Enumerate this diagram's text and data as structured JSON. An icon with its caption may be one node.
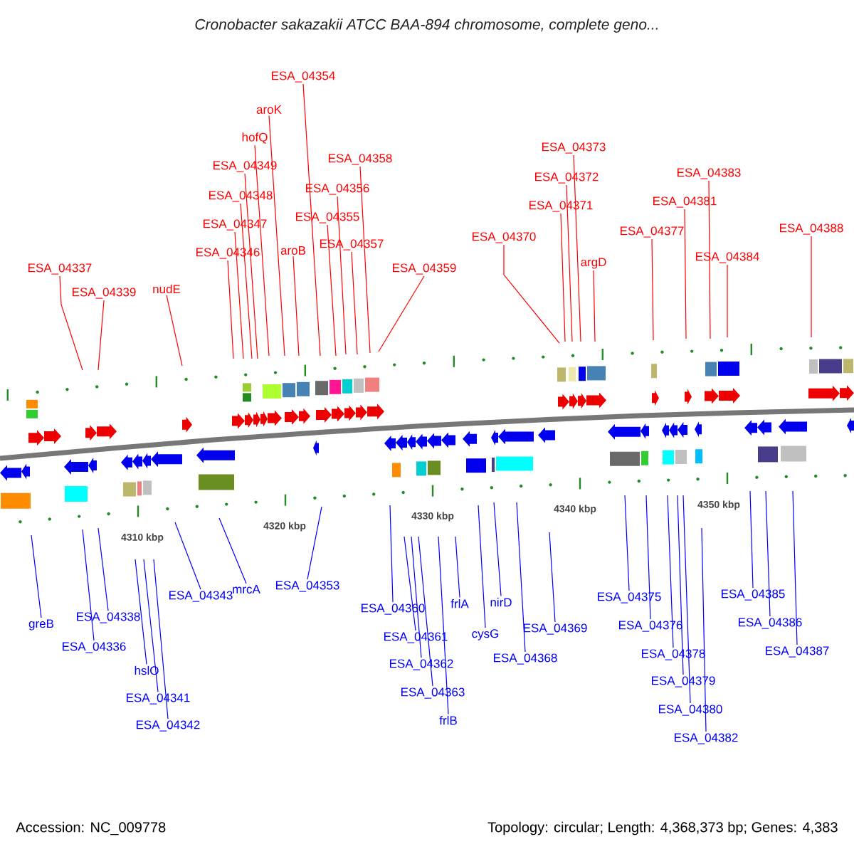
{
  "diagram": {
    "title": "Cronobacter sakazakii ATCC BAA-894 chromosome, complete geno...",
    "nodes": [
      {
        "text": [
          "ESA_04337"
        ]
      },
      {
        "text": [
          "ESA_04339"
        ]
      },
      {
        "text": [
          "nudE"
        ]
      },
      {
        "text": [
          "ESA_04346"
        ]
      },
      {
        "text": [
          "ESA_04347"
        ]
      },
      {
        "text": [
          "ESA_04348"
        ]
      },
      {
        "text": [
          "ESA_04349"
        ]
      },
      {
        "text": [
          "hofQ"
        ]
      },
      {
        "text": [
          "aroK"
        ]
      },
      {
        "text": [
          "aroB"
        ]
      },
      {
        "text": [
          "ESA_04354"
        ]
      },
      {
        "text": [
          "ESA_04355"
        ]
      },
      {
        "text": [
          "ESA_04356"
        ]
      },
      {
        "text": [
          "ESA_04357"
        ]
      },
      {
        "text": [
          "ESA_04358"
        ]
      },
      {
        "text": [
          "ESA_04359"
        ]
      },
      {
        "text": [
          "ESA_04370"
        ]
      },
      {
        "text": [
          "ESA_04371"
        ]
      },
      {
        "text": [
          "ESA_04372"
        ]
      },
      {
        "text": [
          "ESA_04373"
        ]
      },
      {
        "text": [
          "argD"
        ]
      },
      {
        "text": [
          "ESA_04377"
        ]
      },
      {
        "text": [
          "ESA_04381"
        ]
      },
      {
        "text": [
          "ESA_04383"
        ]
      },
      {
        "text": [
          "ESA_04384"
        ]
      },
      {
        "text": [
          "ESA_04388"
        ]
      },
      {
        "text": [
          "greB"
        ]
      },
      {
        "text": [
          "ESA_04336"
        ]
      },
      {
        "text": [
          "ESA_04338"
        ]
      },
      {
        "text": [
          "hslO"
        ]
      },
      {
        "text": [
          "ESA_04341"
        ]
      },
      {
        "text": [
          "ESA_04342"
        ]
      },
      {
        "text": [
          "ESA_04343"
        ]
      },
      {
        "text": [
          "mrcA"
        ]
      },
      {
        "text": [
          "ESA_04353"
        ]
      },
      {
        "text": [
          "ESA_04360"
        ]
      },
      {
        "text": [
          "ESA_04361"
        ]
      },
      {
        "text": [
          "ESA_04362"
        ]
      },
      {
        "text": [
          "ESA_04363"
        ]
      },
      {
        "text": [
          "frlB"
        ]
      },
      {
        "text": [
          "frlA"
        ]
      },
      {
        "text": [
          "cysG"
        ]
      },
      {
        "text": [
          "nirD"
        ]
      },
      {
        "text": [
          "ESA_04368"
        ]
      },
      {
        "text": [
          "ESA_04369"
        ]
      },
      {
        "text": [
          "ESA_04375"
        ]
      },
      {
        "text": [
          "ESA_04376"
        ]
      },
      {
        "text": [
          "ESA_04378"
        ]
      },
      {
        "text": [
          "ESA_04379"
        ]
      },
      {
        "text": [
          "ESA_04380"
        ]
      },
      {
        "text": [
          "ESA_04382"
        ]
      },
      {
        "text": [
          "ESA_04385"
        ]
      },
      {
        "text": [
          "ESA_04386"
        ]
      },
      {
        "text": [
          "ESA_04387"
        ]
      }
    ],
    "edges": [
      {
        "from": 0,
        "to": null,
        "arrow": "none",
        "color": "#ff0000"
      },
      {
        "from": 1,
        "to": null,
        "arrow": "none",
        "color": "#ff0000"
      },
      {
        "from": 2,
        "to": null,
        "arrow": "none",
        "color": "#ff0000"
      },
      {
        "from": 3,
        "to": null,
        "arrow": "none",
        "color": "#ff0000"
      },
      {
        "from": 4,
        "to": null,
        "arrow": "none",
        "color": "#ff0000"
      },
      {
        "from": 5,
        "to": null,
        "arrow": "none",
        "color": "#ff0000"
      },
      {
        "from": 6,
        "to": null,
        "arrow": "none",
        "color": "#ff0000"
      },
      {
        "from": 7,
        "to": null,
        "arrow": "none",
        "color": "#ff0000"
      },
      {
        "from": 8,
        "to": null,
        "arrow": "none",
        "color": "#ff0000"
      },
      {
        "from": 9,
        "to": null,
        "arrow": "none",
        "color": "#ff0000"
      },
      {
        "from": 10,
        "to": null,
        "arrow": "none",
        "color": "#ff0000"
      },
      {
        "from": 11,
        "to": null,
        "arrow": "none",
        "color": "#ff0000"
      },
      {
        "from": 12,
        "to": null,
        "arrow": "none",
        "color": "#ff0000"
      },
      {
        "from": 13,
        "to": null,
        "arrow": "none",
        "color": "#ff0000"
      },
      {
        "from": 14,
        "to": null,
        "arrow": "none",
        "color": "#ff0000"
      },
      {
        "from": 15,
        "to": null,
        "arrow": "none",
        "color": "#ff0000"
      },
      {
        "from": 16,
        "to": null,
        "arrow": "none",
        "color": "#ff0000"
      },
      {
        "from": 17,
        "to": null,
        "arrow": "none",
        "color": "#ff0000"
      },
      {
        "from": 18,
        "to": null,
        "arrow": "none",
        "color": "#ff0000"
      },
      {
        "from": 19,
        "to": null,
        "arrow": "none",
        "color": "#ff0000"
      },
      {
        "from": 20,
        "to": null,
        "arrow": "none",
        "color": "#ff0000"
      },
      {
        "from": 21,
        "to": null,
        "arrow": "none",
        "color": "#ff0000"
      },
      {
        "from": 22,
        "to": null,
        "arrow": "none",
        "color": "#ff0000"
      },
      {
        "from": 23,
        "to": null,
        "arrow": "none",
        "color": "#ff0000"
      },
      {
        "from": 24,
        "to": null,
        "arrow": "none",
        "color": "#ff0000"
      },
      {
        "from": 25,
        "to": null,
        "arrow": "none",
        "color": "#ff0000"
      },
      {
        "from": 26,
        "to": null,
        "arrow": "none",
        "color": "#0000ff"
      },
      {
        "from": 27,
        "to": null,
        "arrow": "none",
        "color": "#0000ff"
      },
      {
        "from": 28,
        "to": null,
        "arrow": "none",
        "color": "#0000ff"
      },
      {
        "from": 29,
        "to": null,
        "arrow": "none",
        "color": "#0000ff"
      },
      {
        "from": 30,
        "to": null,
        "arrow": "none",
        "color": "#0000ff"
      },
      {
        "from": 31,
        "to": null,
        "arrow": "none",
        "color": "#0000ff"
      },
      {
        "from": 32,
        "to": null,
        "arrow": "none",
        "color": "#0000ff"
      },
      {
        "from": 33,
        "to": null,
        "arrow": "none",
        "color": "#0000ff"
      },
      {
        "from": 34,
        "to": null,
        "arrow": "none",
        "color": "#0000ff"
      },
      {
        "from": 35,
        "to": null,
        "arrow": "none",
        "color": "#0000ff"
      },
      {
        "from": 36,
        "to": null,
        "arrow": "none",
        "color": "#0000ff"
      },
      {
        "from": 37,
        "to": null,
        "arrow": "none",
        "color": "#0000ff"
      },
      {
        "from": 38,
        "to": null,
        "arrow": "none",
        "color": "#0000ff"
      },
      {
        "from": 39,
        "to": null,
        "arrow": "none",
        "color": "#0000ff"
      },
      {
        "from": 40,
        "to": null,
        "arrow": "none",
        "color": "#0000ff"
      },
      {
        "from": 41,
        "to": null,
        "arrow": "none",
        "color": "#0000ff"
      },
      {
        "from": 42,
        "to": null,
        "arrow": "none",
        "color": "#0000ff"
      },
      {
        "from": 43,
        "to": null,
        "arrow": "none",
        "color": "#0000ff"
      },
      {
        "from": 44,
        "to": null,
        "arrow": "none",
        "color": "#0000ff"
      },
      {
        "from": 45,
        "to": null,
        "arrow": "none",
        "color": "#0000ff"
      },
      {
        "from": 46,
        "to": null,
        "arrow": "none",
        "color": "#0000ff"
      },
      {
        "from": 47,
        "to": null,
        "arrow": "none",
        "color": "#0000ff"
      },
      {
        "from": 48,
        "to": null,
        "arrow": "none",
        "color": "#0000ff"
      },
      {
        "from": 49,
        "to": null,
        "arrow": "none",
        "color": "#0000ff"
      },
      {
        "from": 50,
        "to": null,
        "arrow": "none",
        "color": "#0000ff"
      },
      {
        "from": 51,
        "to": null,
        "arrow": "none",
        "color": "#0000ff"
      },
      {
        "from": 52,
        "to": null,
        "arrow": "none",
        "color": "#0000ff"
      },
      {
        "from": 53,
        "to": null,
        "arrow": "none",
        "color": "#0000ff"
      }
    ],
    "labels": [
      "4310 kbp",
      "4320 kbp",
      "4330 kbp",
      "4340 kbp",
      "4350 kbp",
      "Accession: NC_009778",
      "Topology: circular; Length: 4,368,373 bp; Genes: 4,383"
    ]
  }
}
